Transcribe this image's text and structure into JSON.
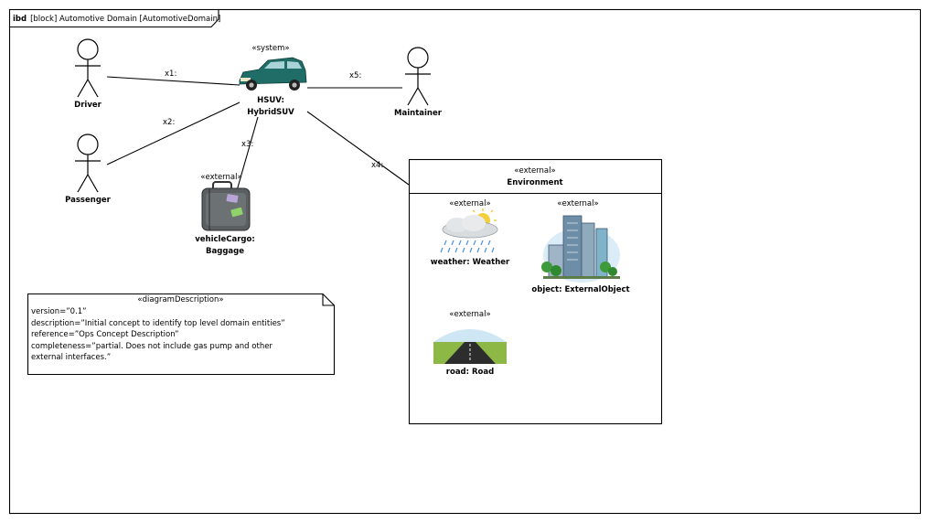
{
  "frame": {
    "kind": "ibd",
    "title": "[block] Automotive Domain [AutomotiveDomain]"
  },
  "actors": {
    "driver": "Driver",
    "passenger": "Passenger",
    "maintainer": "Maintainer"
  },
  "system": {
    "stereotype": "«system»",
    "name_line1": "HSUV:",
    "name_line2": "HybridSUV",
    "icon": "car-icon"
  },
  "cargo": {
    "stereotype": "«external»",
    "name_line1": "vehicleCargo:",
    "name_line2": "Baggage",
    "icon": "suitcase-icon"
  },
  "environment": {
    "stereotype": "«external»",
    "name": "Environment",
    "parts": {
      "weather": {
        "stereotype": "«external»",
        "name": "weather: Weather",
        "icon": "weather-cloud-sun-icon"
      },
      "object": {
        "stereotype": "«external»",
        "name": "object: ExternalObject",
        "icon": "city-buildings-icon"
      },
      "road": {
        "stereotype": "«external»",
        "name": "road: Road",
        "icon": "road-icon"
      }
    }
  },
  "connectors": {
    "x1": "x1:",
    "x2": "x2:",
    "x3": "x3:",
    "x4": "x4:",
    "x5": "x5:"
  },
  "note": {
    "stereotype": "«diagramDescription»",
    "lines": [
      "version=”0.1”",
      "description=”Initial concept to identify top level domain entities”",
      "reference=”Ops Concept Description”",
      "completeness=”partial. Does not include gas pump and other",
      "external interfaces.”"
    ]
  }
}
